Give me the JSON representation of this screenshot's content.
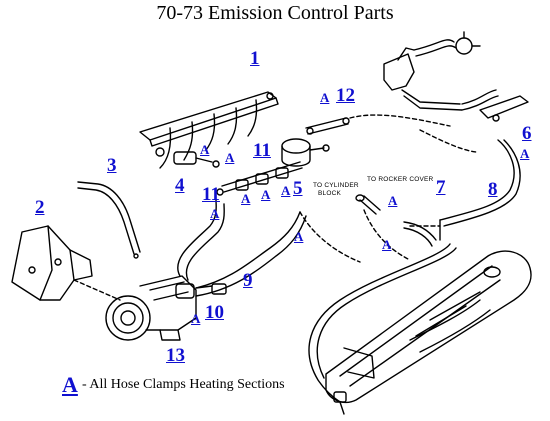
{
  "title": "70-73 Emission Control Parts",
  "callouts": {
    "p1": "1",
    "p2": "2",
    "p3": "3",
    "p4": "4",
    "p5": "5",
    "p6": "6",
    "p7": "7",
    "p8": "8",
    "p9": "9",
    "p10": "10",
    "p11a": "11",
    "p11b": "11",
    "p12": "12",
    "p13": "13"
  },
  "clamp_letter": "A",
  "diagram_labels": {
    "cylinder_block_1": "TO CYLINDER",
    "cylinder_block_2": "BLOCK",
    "rocker_cover": "TO ROCKER COVER"
  },
  "legend": {
    "key": "A",
    "text": "- All Hose Clamps Heating Sections"
  },
  "colors": {
    "callout": "#1010d0",
    "line_art": "#000000",
    "background": "#ffffff"
  }
}
